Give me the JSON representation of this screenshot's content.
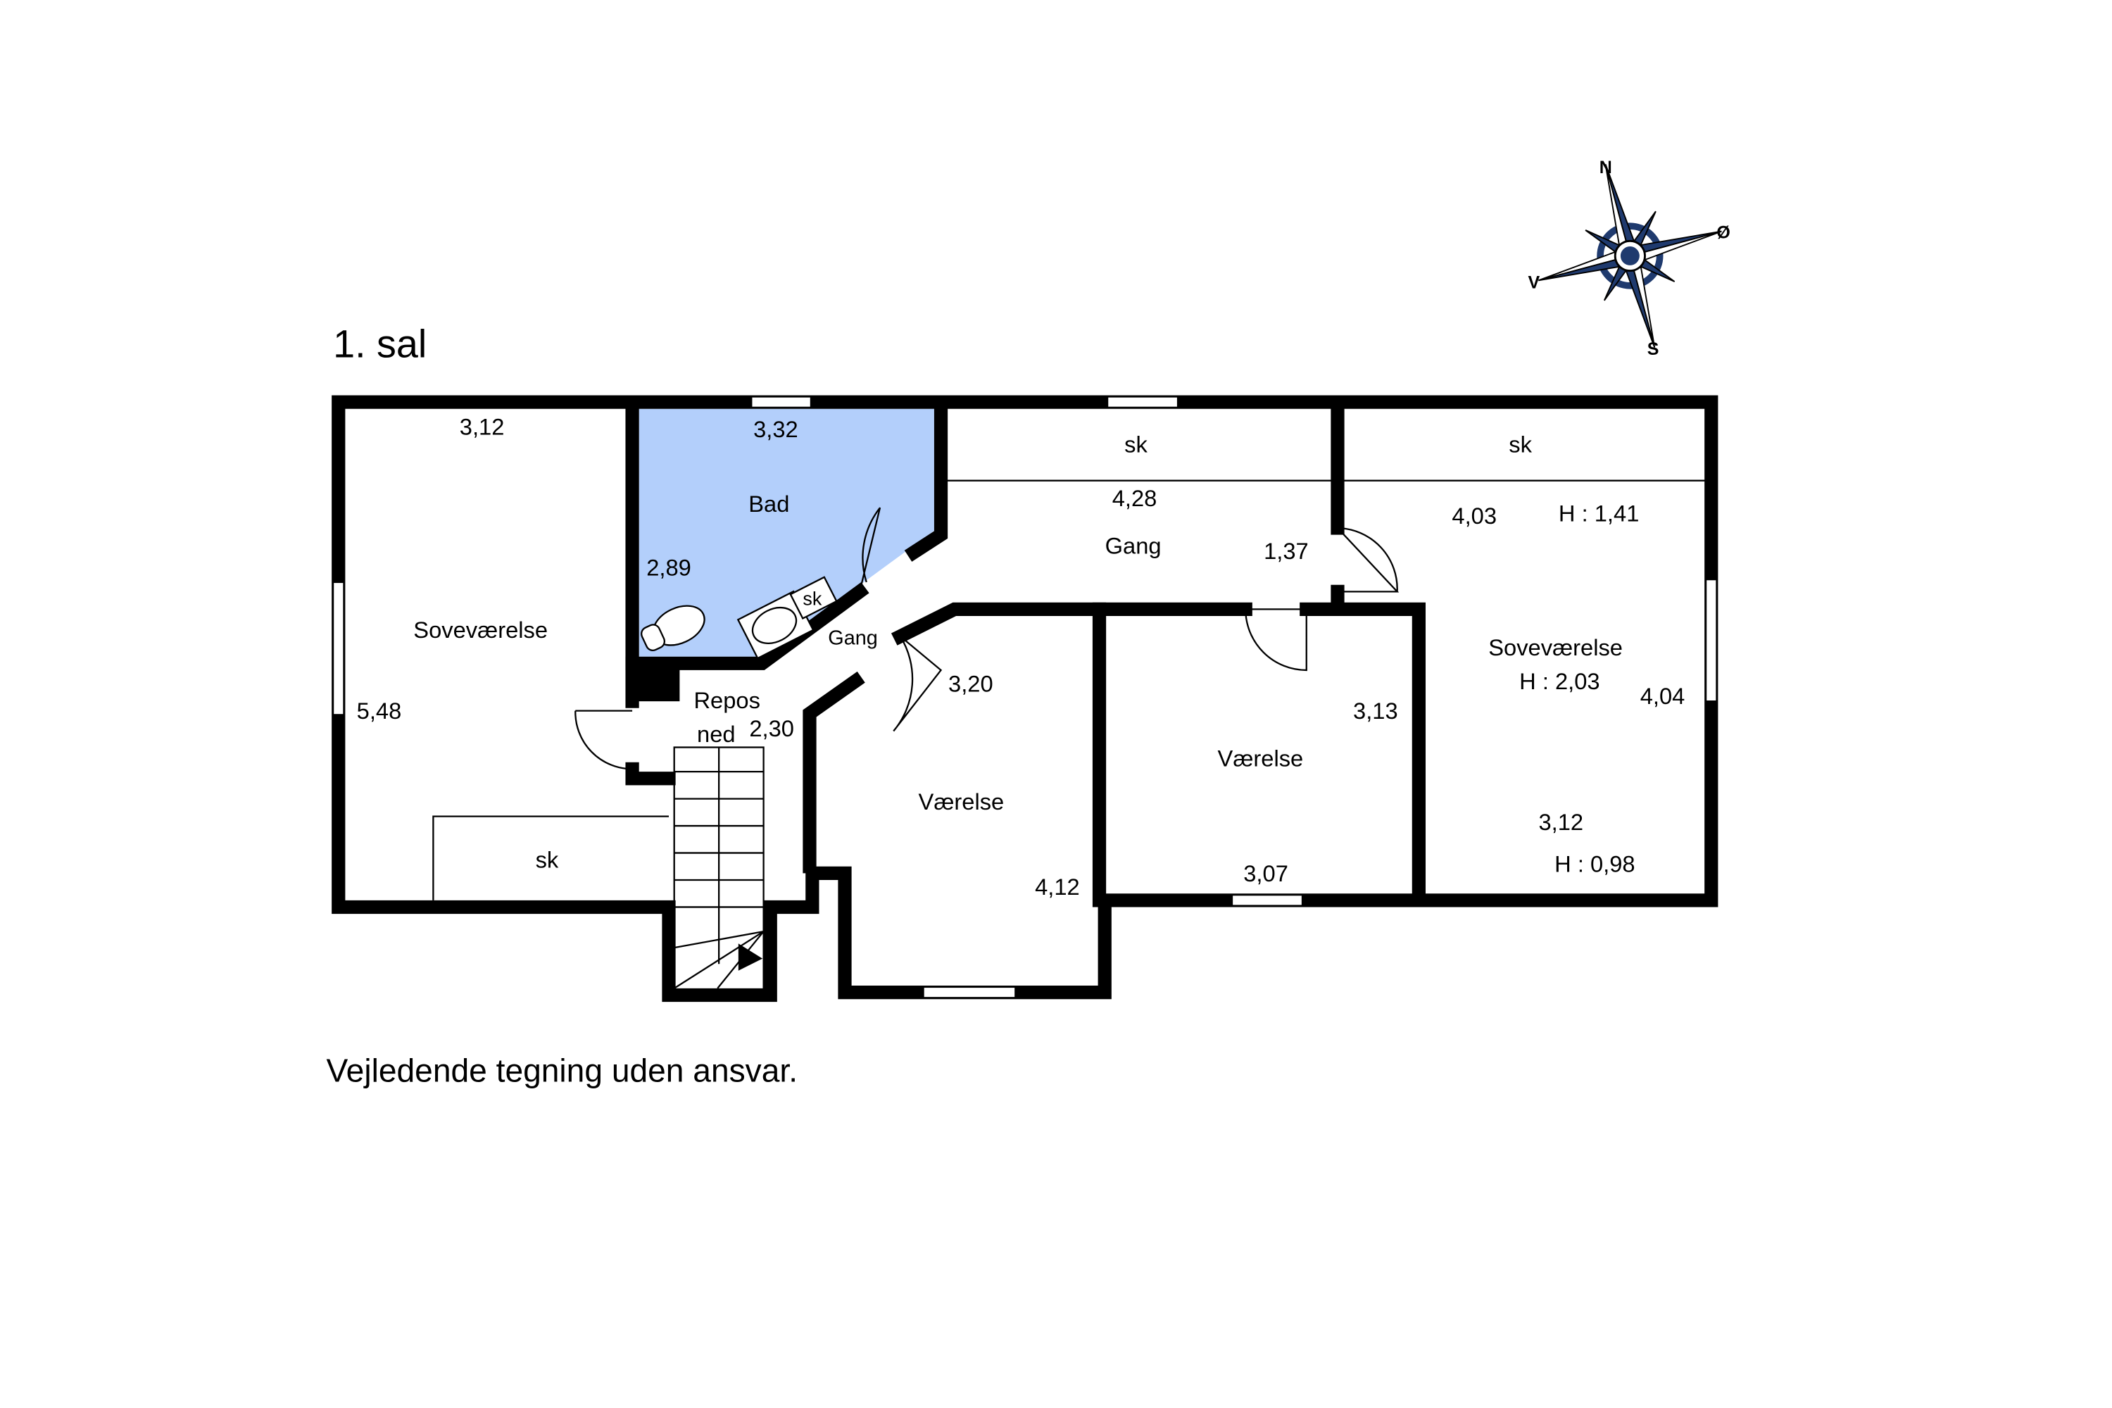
{
  "floor_title": "1. sal",
  "disclaimer": "Vejledende tegning uden ansvar.",
  "compass": {
    "n": "N",
    "e": "Ø",
    "s": "S",
    "w": "V",
    "color": "#1f3a6e"
  },
  "colors": {
    "bathroom_fill": "#b3cffb",
    "wall": "#000000"
  },
  "rooms": {
    "sovevaerelse_left": {
      "name": "Soveværelse",
      "width": "3,12",
      "length": "5,48",
      "sk": "sk"
    },
    "bad": {
      "name": "Bad",
      "width": "3,32",
      "length": "2,89",
      "sk": "sk"
    },
    "gang_small": {
      "name": "Gang"
    },
    "repos": {
      "name": "Repos",
      "sub": "ned",
      "dim": "2,30"
    },
    "gang": {
      "name": "Gang",
      "width": "4,28",
      "dim2": "1,37",
      "sk": "sk"
    },
    "vaerelse_1": {
      "name": "Værelse",
      "width": "3,20",
      "length": "4,12"
    },
    "vaerelse_2": {
      "name": "Værelse",
      "width": "3,07",
      "length": "3,13"
    },
    "sovevaerelse_right": {
      "name": "Soveværelse",
      "h_mid": "H : 2,03",
      "width_top": "4,03",
      "h_top": "H : 1,41",
      "length": "4,04",
      "width_bottom": "3,12",
      "h_bottom": "H : 0,98",
      "sk": "sk"
    }
  }
}
